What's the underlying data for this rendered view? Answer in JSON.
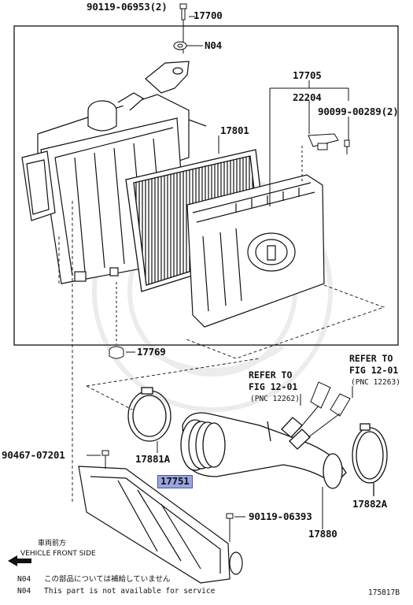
{
  "labels": {
    "p90119_06953": "90119-06953(2)",
    "p17700": "17700",
    "n04": "N04",
    "p17705": "17705",
    "p22204": "22204",
    "p90099_00289": "90099-00289(2)",
    "p17801": "17801",
    "p17769": "17769",
    "p90467_07201": "90467-07201",
    "p17881a": "17881A",
    "p17751": "17751",
    "p90119_06393": "90119-06393",
    "p17880": "17880",
    "p17882a": "17882A"
  },
  "refs": {
    "left": {
      "line1": "REFER TO",
      "line2": "FIG 12-01",
      "line3": "(PNC 12262)"
    },
    "right": {
      "line1": "REFER TO",
      "line2": "FIG 12-01",
      "line3": "(PNC 12263)"
    }
  },
  "direction": {
    "jp": "車両前方",
    "en": "VEHICLE FRONT SIDE"
  },
  "notes": {
    "jp_code": "N04",
    "jp_text": "この部品については補給していません",
    "en_code": "N04",
    "en_text": "This part is not available for service"
  },
  "figure_id": "175817B",
  "colors": {
    "line": "#111111",
    "highlight_fill": "#9aa5dd",
    "highlight_border": "#4b56a8",
    "watermark": "#eeeeee"
  }
}
